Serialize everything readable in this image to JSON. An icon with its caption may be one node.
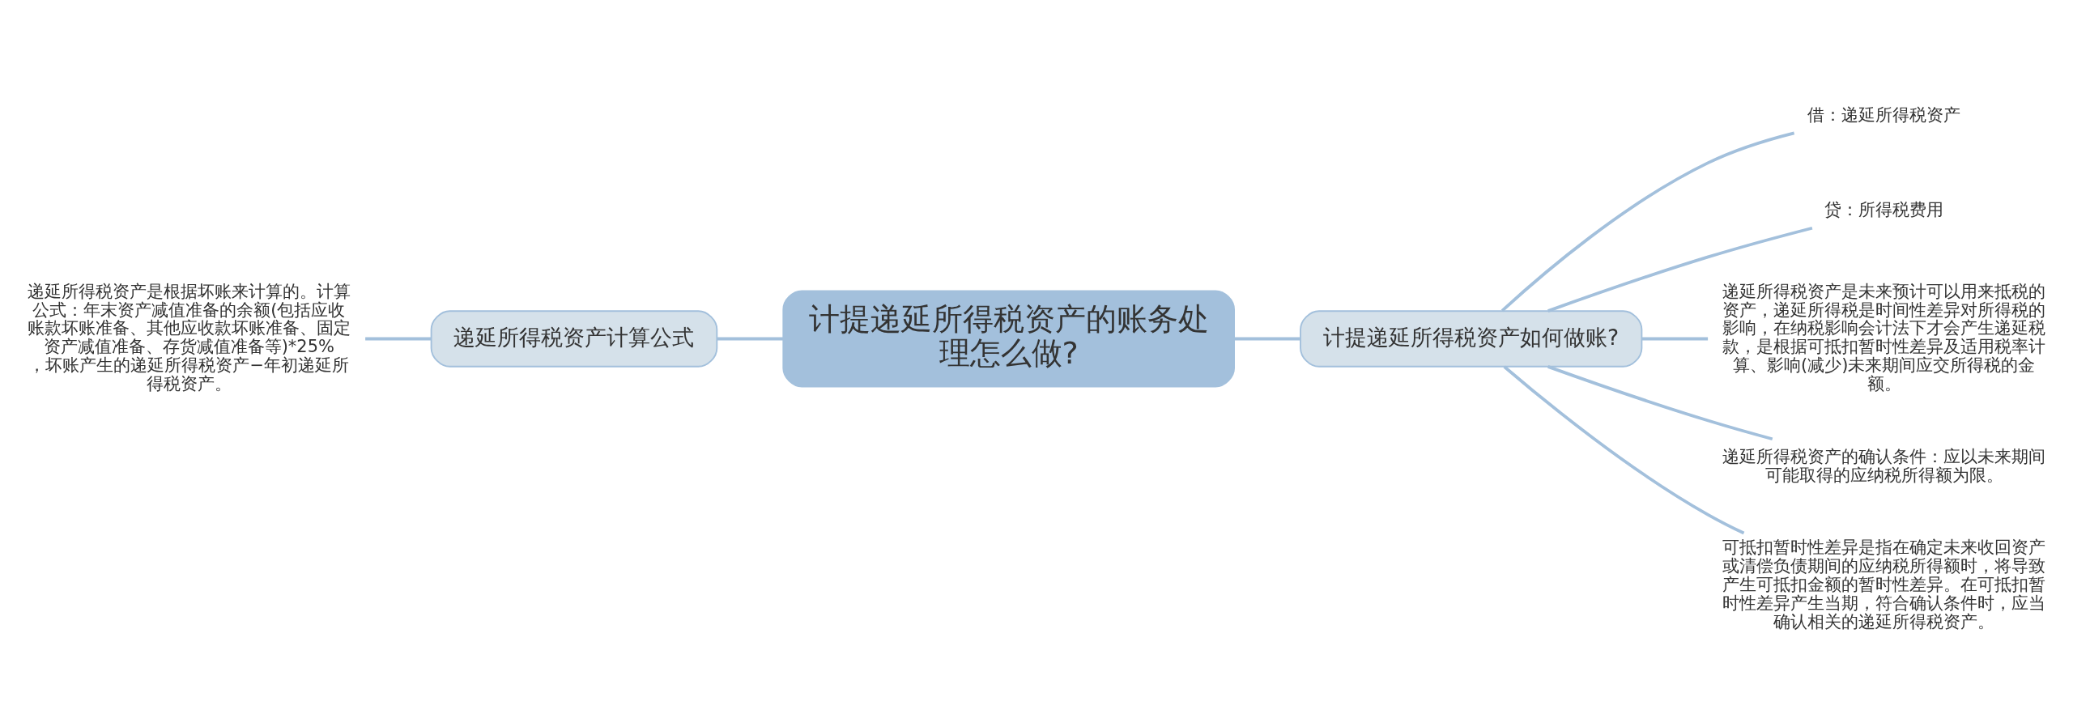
{
  "diagram": {
    "nodes": [
      {
        "text": [
          "计提递延所得税资产的账务处理怎么做?"
        ]
      },
      {
        "text": [
          "递延所得税资产计算公式"
        ]
      },
      {
        "text": [
          "递延所得税资产是根据坏账来计算的。计算公式：年末资产减值准备的余额(包括应收账款坏账准备、其他应收款坏账准备、固定资产减值准备、存货减值准备等)*25%，坏账产生的递延所得税资产−年初递延所得税资产。"
        ]
      },
      {
        "text": [
          "计提递延所得税资产如何做账?"
        ]
      },
      {
        "text": [
          "借：递延所得税资产"
        ]
      },
      {
        "text": [
          "贷：所得税费用"
        ]
      },
      {
        "text": [
          "递延所得税资产是未来预计可以用来抵税的资产，递延所得税是时间性差异对所得税的影响，在纳税影响会计法下才会产生递延税款，是根据可抵扣暂时性差异及适用税率计算、影响(减少)未来期间应交所得税的金额。"
        ]
      },
      {
        "text": [
          "递延所得税资产的确认条件：应以未来期间可能取得的应纳税所得额为限。"
        ]
      },
      {
        "text": [
          "可抵扣暂时性差异是指在确定未来收回资产或清偿负债期间的应纳税所得额时，将导致产生可抵扣金额的暂时性差异。在可抵扣暂时性差异产生当期，符合确认条件时，应当确认相关的递延所得税资产。"
        ]
      }
    ],
    "edges": [
      {
        "from": 0,
        "to": 1,
        "arrow": "none"
      },
      {
        "from": 1,
        "to": 2,
        "arrow": "none"
      },
      {
        "from": 0,
        "to": 3,
        "arrow": "none"
      },
      {
        "from": 3,
        "to": 4,
        "arrow": "none"
      },
      {
        "from": 3,
        "to": 5,
        "arrow": "none"
      },
      {
        "from": 3,
        "to": 6,
        "arrow": "none"
      },
      {
        "from": 3,
        "to": 7,
        "arrow": "none"
      },
      {
        "from": 3,
        "to": 8,
        "arrow": "none"
      }
    ]
  }
}
